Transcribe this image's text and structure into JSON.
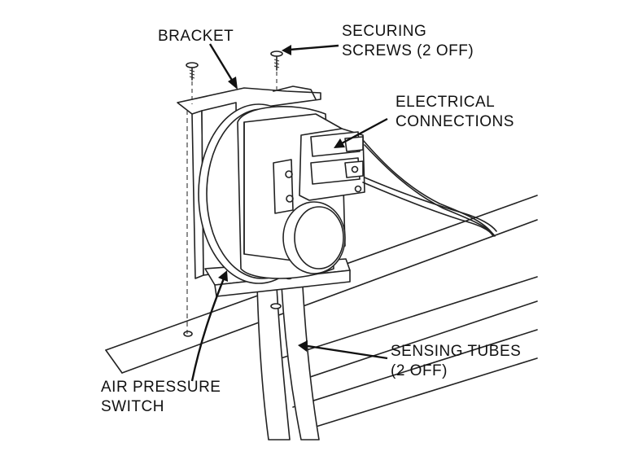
{
  "labels": {
    "bracket": "BRACKET",
    "securing_screws": [
      "SECURING",
      "SCREWS (2 OFF)"
    ],
    "electrical_connections": [
      "ELECTRICAL",
      "CONNECTIONS"
    ],
    "sensing_tubes": [
      "SENSING TUBES",
      "(2 OFF)"
    ],
    "air_pressure_switch": [
      "AIR PRESSURE",
      "SWITCH"
    ]
  },
  "colors": {
    "line": "#222222",
    "text": "#111111",
    "background": "#ffffff"
  }
}
